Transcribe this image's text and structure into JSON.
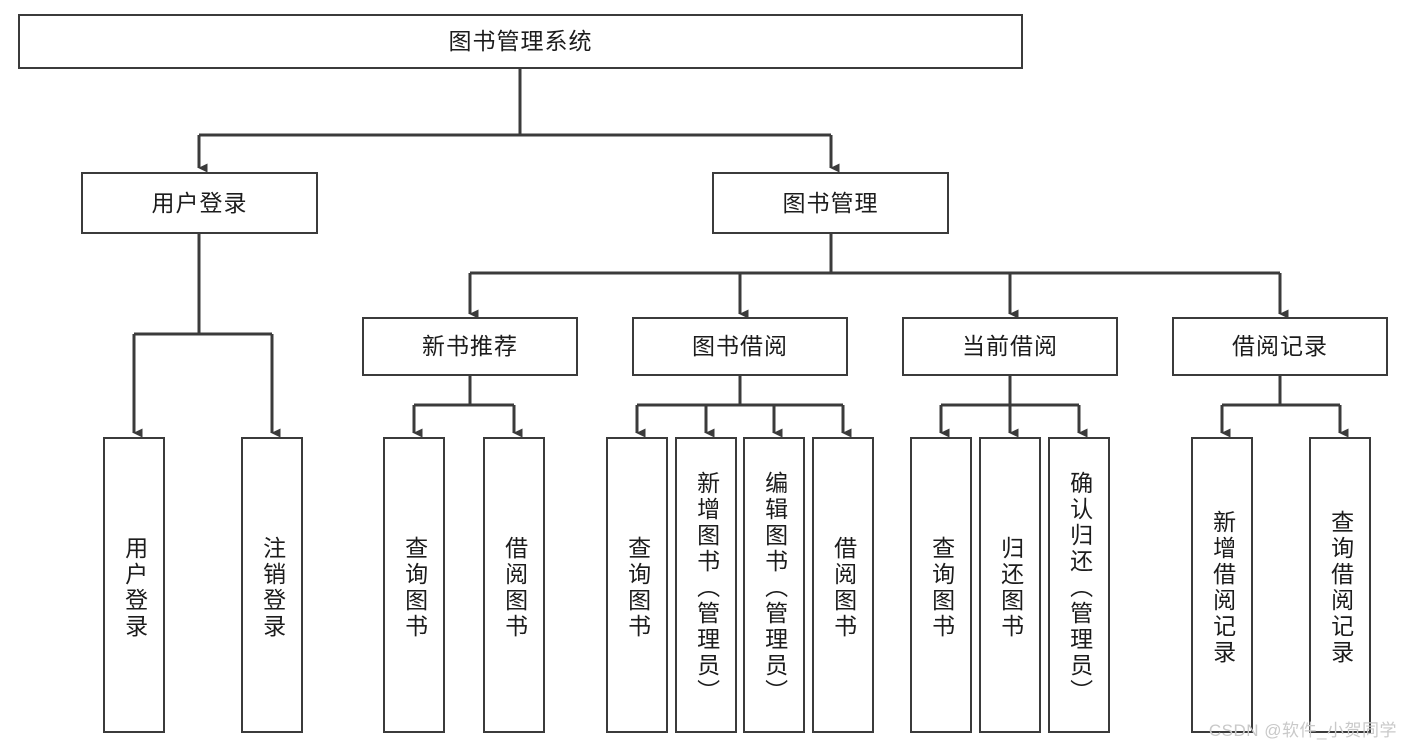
{
  "diagram": {
    "title": "图书管理系统",
    "watermark": "CSDN @软件_小贺同学",
    "accent_color": "#3b3b3b",
    "background_color": "#ffffff",
    "text_color": "#1c1c1c",
    "nodes": {
      "root": "图书管理系统",
      "level2": {
        "user_login": "用户登录",
        "book_manage": "图书管理"
      },
      "level3": {
        "new_book_rec": "新书推荐",
        "book_borrow": "图书借阅",
        "current_borrow": "当前借阅",
        "borrow_record": "借阅记录"
      },
      "leaves": {
        "login_user_login": "用户登录",
        "login_logout": "注销登录",
        "rec_query_book": "查询图书",
        "rec_borrow_book": "借阅图书",
        "borrow_query_book": "查询图书",
        "borrow_add_book": "新增图书（管理员）",
        "borrow_edit_book": "编辑图书（管理员）",
        "borrow_borrow_book": "借阅图书",
        "current_query_book": "查询图书",
        "current_return_book": "归还图书",
        "current_confirm_return": "确认归还（管理员）",
        "record_add_record": "新增借阅记录",
        "record_query_record": "查询借阅记录"
      }
    }
  }
}
